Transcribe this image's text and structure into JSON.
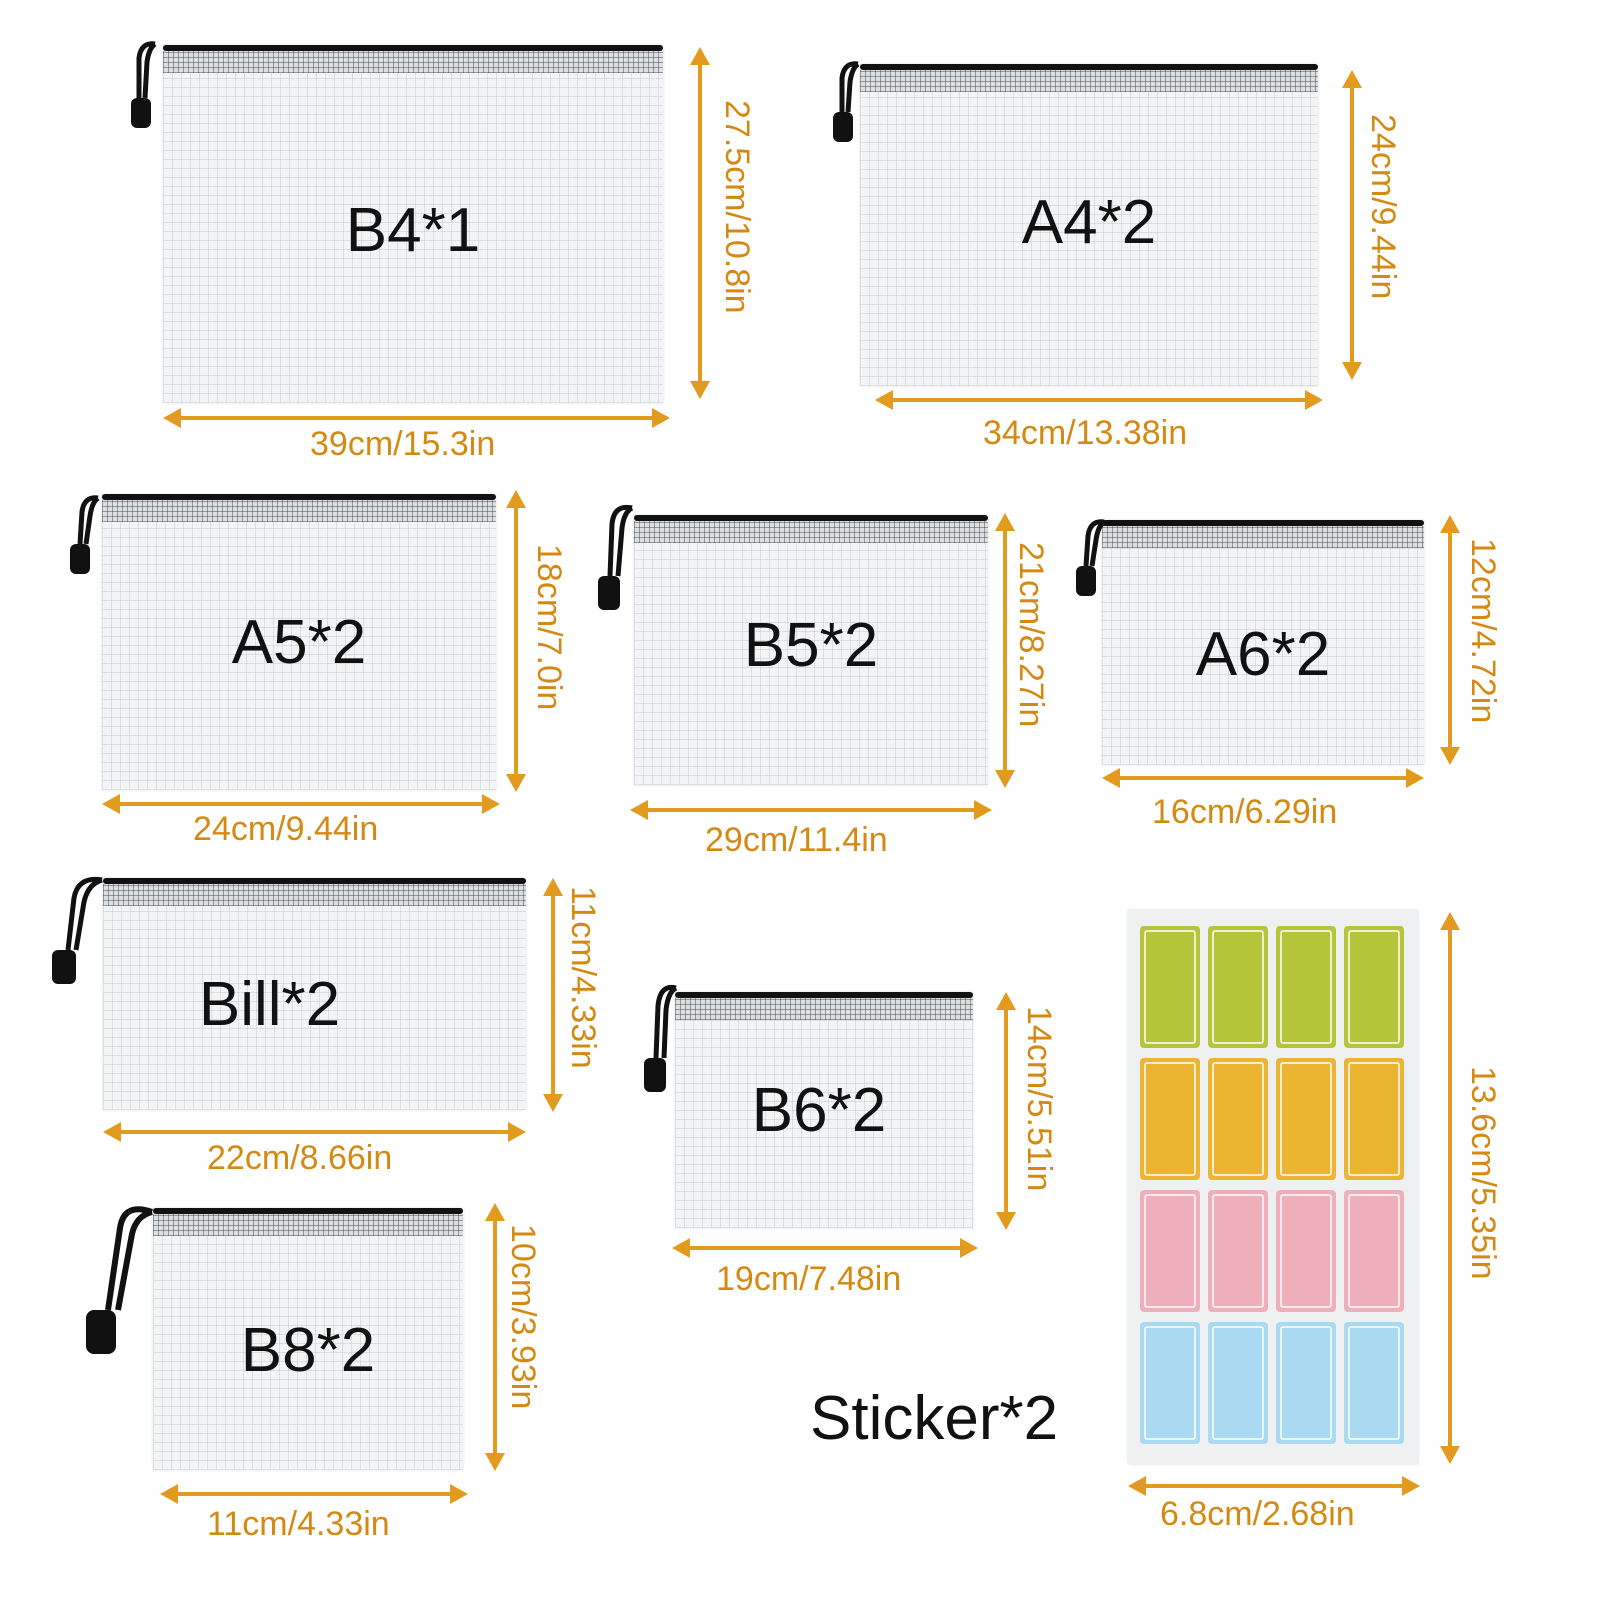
{
  "colors": {
    "dimension": "#e29a1f",
    "zipper": "#111111",
    "sticker_green": "#b6c43a",
    "sticker_yellow": "#ebb431",
    "sticker_pink": "#efb0bc",
    "sticker_blue": "#a9daf2"
  },
  "bags": {
    "b4": {
      "label": "B4*1",
      "width": "39cm/15.3in",
      "height": "27.5cm/10.8in"
    },
    "a4": {
      "label": "A4*2",
      "width": "34cm/13.38in",
      "height": "24cm/9.44in"
    },
    "a5": {
      "label": "A5*2",
      "width": "24cm/9.44in",
      "height": "18cm/7.0in"
    },
    "b5": {
      "label": "B5*2",
      "width": "29cm/11.4in",
      "height": "21cm/8.27in"
    },
    "a6": {
      "label": "A6*2",
      "width": "16cm/6.29in",
      "height": "12cm/4.72in"
    },
    "bill": {
      "label": "Bill*2",
      "width": "22cm/8.66in",
      "height": "11cm/4.33in"
    },
    "b6": {
      "label": "B6*2",
      "width": "19cm/7.48in",
      "height": "14cm/5.51in"
    },
    "b8": {
      "label": "B8*2",
      "width": "11cm/4.33in",
      "height": "10cm/3.93in"
    }
  },
  "sticker": {
    "label": "Sticker*2",
    "width": "6.8cm/2.68in",
    "height": "13.6cm/5.35in"
  }
}
